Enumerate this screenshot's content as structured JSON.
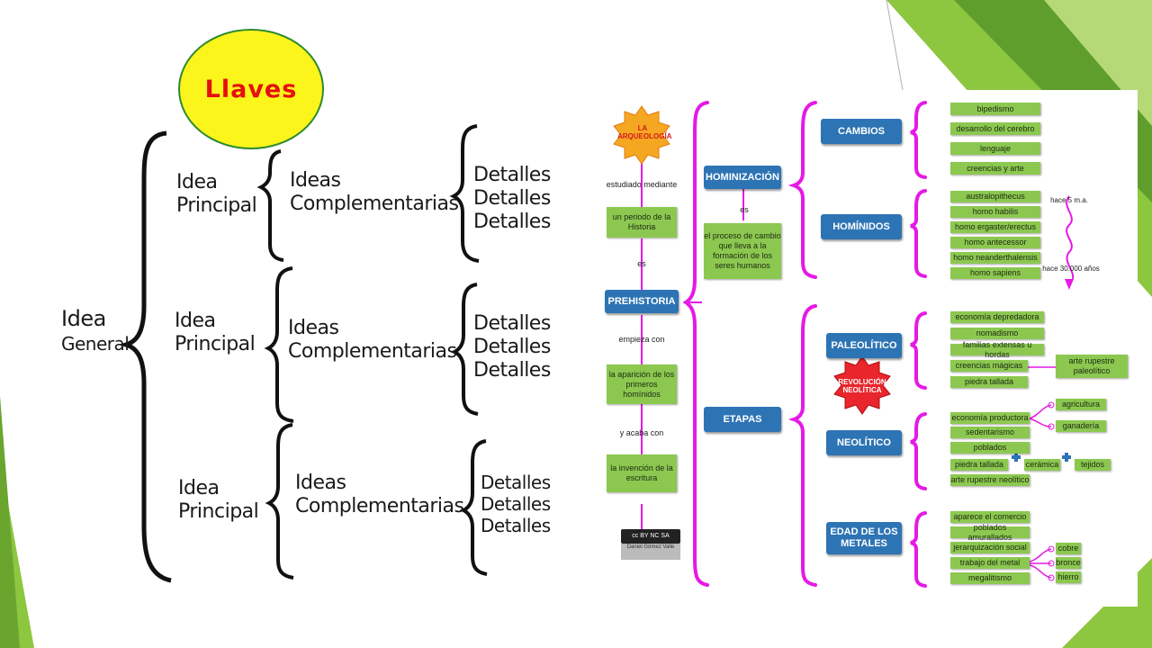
{
  "title": "Llaves",
  "left_diagram": {
    "general": [
      "Idea",
      "General"
    ],
    "rows": [
      {
        "principal": [
          "Idea",
          "Principal"
        ],
        "complementary": [
          "Ideas",
          "Complementarias"
        ],
        "details": [
          "Detalles",
          "Detalles",
          "Detalles"
        ]
      },
      {
        "principal": [
          "Idea",
          "Principal"
        ],
        "complementary": [
          "Ideas",
          "Complementarias"
        ],
        "details": [
          "Detalles",
          "Detalles",
          "Detalles"
        ]
      },
      {
        "principal": [
          "Idea",
          "Principal"
        ],
        "complementary": [
          "Ideas",
          "Complementarias"
        ],
        "details": [
          "Detalles",
          "Detalles",
          "Detalles"
        ]
      }
    ]
  },
  "concept_map": {
    "root": "LA ARQUEOLOGÍA",
    "link1": "estudiado mediante",
    "box1": "un periodo de la Historia",
    "link2": "es",
    "prehistoria": "PREHISTORIA",
    "link3": "empieza con",
    "box3": "la aparición de los primeros homínidos",
    "link4": "y acaba con",
    "box4": "la invención de la escritura",
    "license_badge": "cc BY NC SA",
    "license_author": "Daniel Gómez Valle",
    "hominizacion": "HOMINIZACIÓN",
    "link_es": "es",
    "hom_def": "el proceso de cambio que lleva a la formación de los seres humanos",
    "etapas": "ETAPAS",
    "cambios": "CAMBIOS",
    "cambios_items": [
      "bipedismo",
      "desarrollo del cerebro",
      "lenguaje",
      "creencias y arte"
    ],
    "hominidos": "HOMÍNIDOS",
    "hominidos_items": [
      "australopithecus",
      "homo habilis",
      "homo ergaster/erectus",
      "homo antecessor",
      "homo neanderthalensis",
      "homo sapiens"
    ],
    "time_top": "hace 5 m.a.",
    "time_bottom": "hace 30.000 años",
    "paleolitico": "PALEOLÍTICO",
    "paleolitico_items": [
      "economía depredadora",
      "nomadismo",
      "familias extensas u hordas",
      "creencias mágicas",
      "piedra tallada"
    ],
    "arte_rupestre": "arte rupestre paleolítico",
    "revolucion": "REVOLUCIÓN NEOLÍTICA",
    "neolitico": "NEOLÍTICO",
    "neolitico_items": [
      "economía productora",
      "sedentarismo",
      "poblados",
      "piedra tallada",
      "arte rupestre neolítico"
    ],
    "neo_eco": [
      "agricultura",
      "ganadería"
    ],
    "neo_plus": [
      "cerámica",
      "tejidos"
    ],
    "metales": "EDAD DE LOS METALES",
    "metales_items": [
      "aparece el comercio",
      "poblados amurallados",
      "jerarquización social",
      "trabajo del metal",
      "megalitismo"
    ],
    "metales_sub": [
      "cobre",
      "bronce",
      "hierro"
    ]
  },
  "colors": {
    "accent_green": "#8cc850",
    "brace_magenta": "#e619e6",
    "box_blue": "#2d74b4",
    "title_yellow": "#fbf51b",
    "title_red": "#e4100f"
  }
}
